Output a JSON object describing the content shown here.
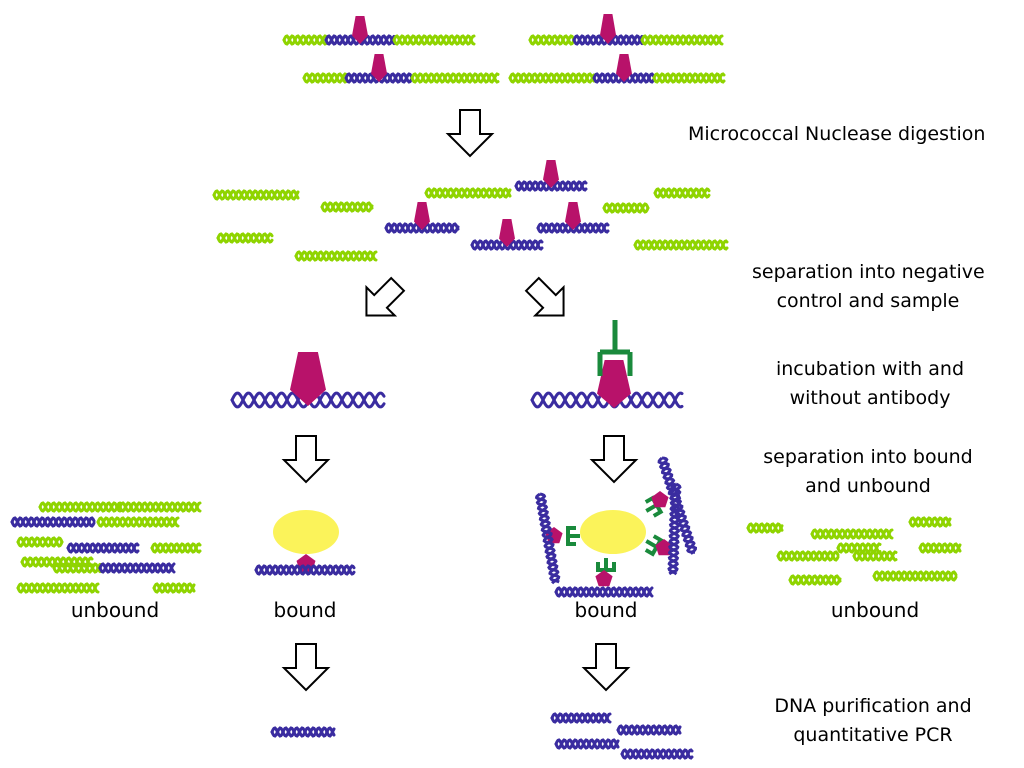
{
  "steps": {
    "digestion": "Micrococcal Nuclease digestion",
    "separation_line1": "separation into negative",
    "separation_line2": "control and sample",
    "incubation_line1": "incubation with and",
    "incubation_line2": "without antibody",
    "bound_sep_line1": "separation into bound",
    "bound_sep_line2": "and unbound",
    "purification_line1": "DNA purification and",
    "purification_line2": "quantitative PCR"
  },
  "labels": {
    "unbound_left": "unbound",
    "bound_left": "bound",
    "bound_right": "bound",
    "unbound_right": "unbound"
  },
  "colors": {
    "free_dna": "#8fd400",
    "nucleosome_dna": "#3a2ca0",
    "histone": "#b8126a",
    "antibody": "#1a8a3c",
    "bead": "#fbf35a"
  }
}
